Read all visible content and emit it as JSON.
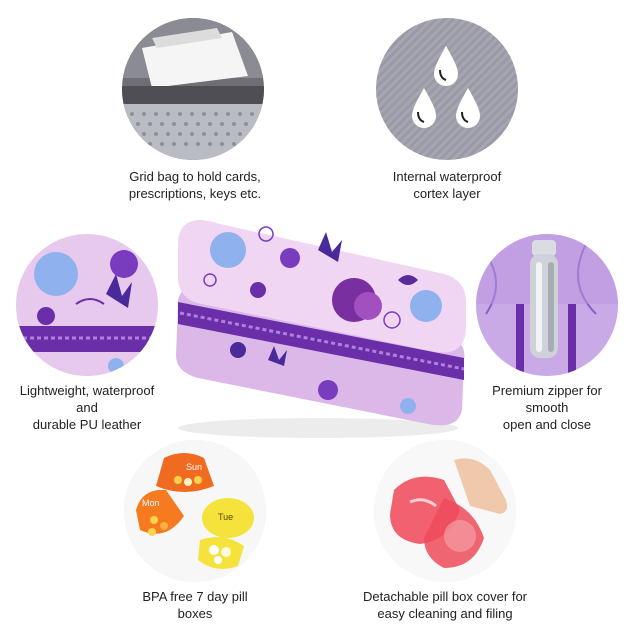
{
  "features": {
    "grid_bag": {
      "line1": "Grid bag to hold cards,",
      "line2": "prescriptions, keys etc."
    },
    "waterproof_layer": {
      "line1": "Internal waterproof",
      "line2": "cortex layer"
    },
    "pu_leather": {
      "line1": "Lightweight, waterproof",
      "line2": "and",
      "line3": "durable PU leather"
    },
    "zipper": {
      "line1": "Premium zipper for",
      "line2": "smooth",
      "line3": "open and close"
    },
    "pill_boxes": {
      "line1": "BPA free 7 day pill",
      "line2": "boxes",
      "pill_labels": [
        "Sun",
        "Mon",
        "Tue"
      ]
    },
    "detachable_cover": {
      "line1": "Detachable pill box cover for",
      "line2": "easy cleaning and filing"
    }
  },
  "colors": {
    "bag_base": "#e8c9ee",
    "bag_purple": "#6a2fa8",
    "accent_blue": "#8fb2ee",
    "zipper_silver": "#cfd3d9",
    "lining_grey": "#9ea0aa"
  }
}
